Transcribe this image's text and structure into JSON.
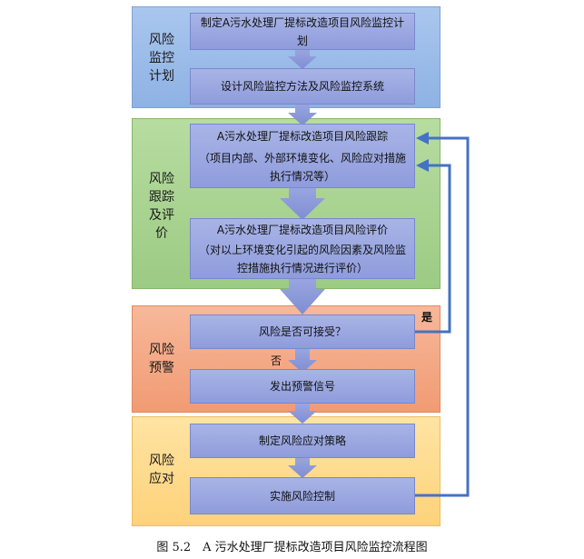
{
  "sections": {
    "monitor": {
      "label": "风险\n监控\n计划"
    },
    "track": {
      "label": "风险\n跟踪\n及评\n价"
    },
    "warn": {
      "label": "风险\n预警"
    },
    "respond": {
      "label": "风险\n应对"
    }
  },
  "steps": {
    "plan": "制定A污水处理厂提标改造项目风险监控计划",
    "design": "设计风险监控方法及风险监控系统",
    "track_title": "A污水处理厂提标改造项目风险跟踪",
    "track_detail": "（项目内部、外部环境变化、风险应对措施执行情况等）",
    "eval_title": "A污水处理厂提标改造项目风险评价",
    "eval_detail": "（对以上环境变化引起的风险因素及风险监控措施执行情况进行评价）",
    "accept": "风险是否可接受？",
    "signal": "发出预警信号",
    "strategy": "制定风险应对策略",
    "implement": "实施风险控制"
  },
  "branch_labels": {
    "yes": "是",
    "no": "否"
  },
  "caption": "图 5.2　A 污水处理厂提标改造项目风险监控流程图",
  "colors": {
    "arrow": "#4472c4",
    "down_arrow": "#8e9bd9"
  }
}
